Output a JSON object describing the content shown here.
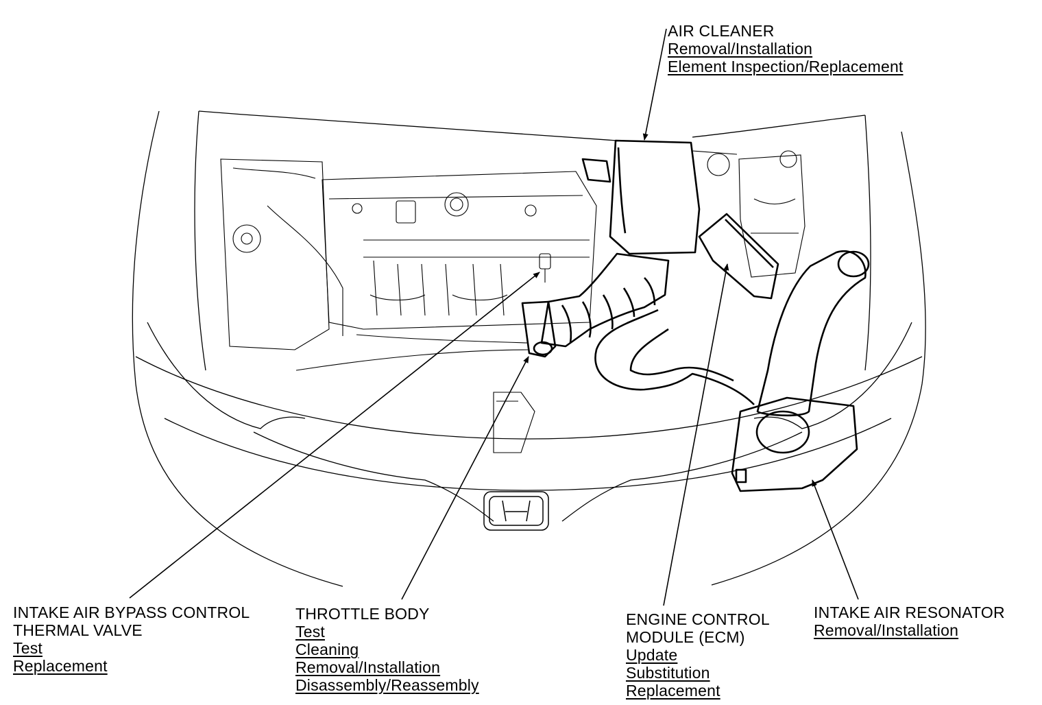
{
  "callouts": {
    "air_cleaner": {
      "title": "AIR CLEANER",
      "links": [
        "Removal/Installation",
        "Element Inspection/Replacement"
      ]
    },
    "bypass_valve": {
      "title_lines": [
        "INTAKE AIR BYPASS CONTROL",
        "THERMAL VALVE"
      ],
      "links": [
        "Test",
        "Replacement"
      ]
    },
    "throttle_body": {
      "title": "THROTTLE BODY",
      "links": [
        "Test",
        "Cleaning",
        "Removal/Installation",
        "Disassembly/Reassembly"
      ]
    },
    "ecm": {
      "title_lines": [
        "ENGINE CONTROL",
        "MODULE (ECM)"
      ],
      "links": [
        "Update",
        "Substitution",
        "Replacement"
      ]
    },
    "resonator": {
      "title": "INTAKE AIR RESONATOR",
      "links": [
        "Removal/Installation"
      ]
    }
  }
}
